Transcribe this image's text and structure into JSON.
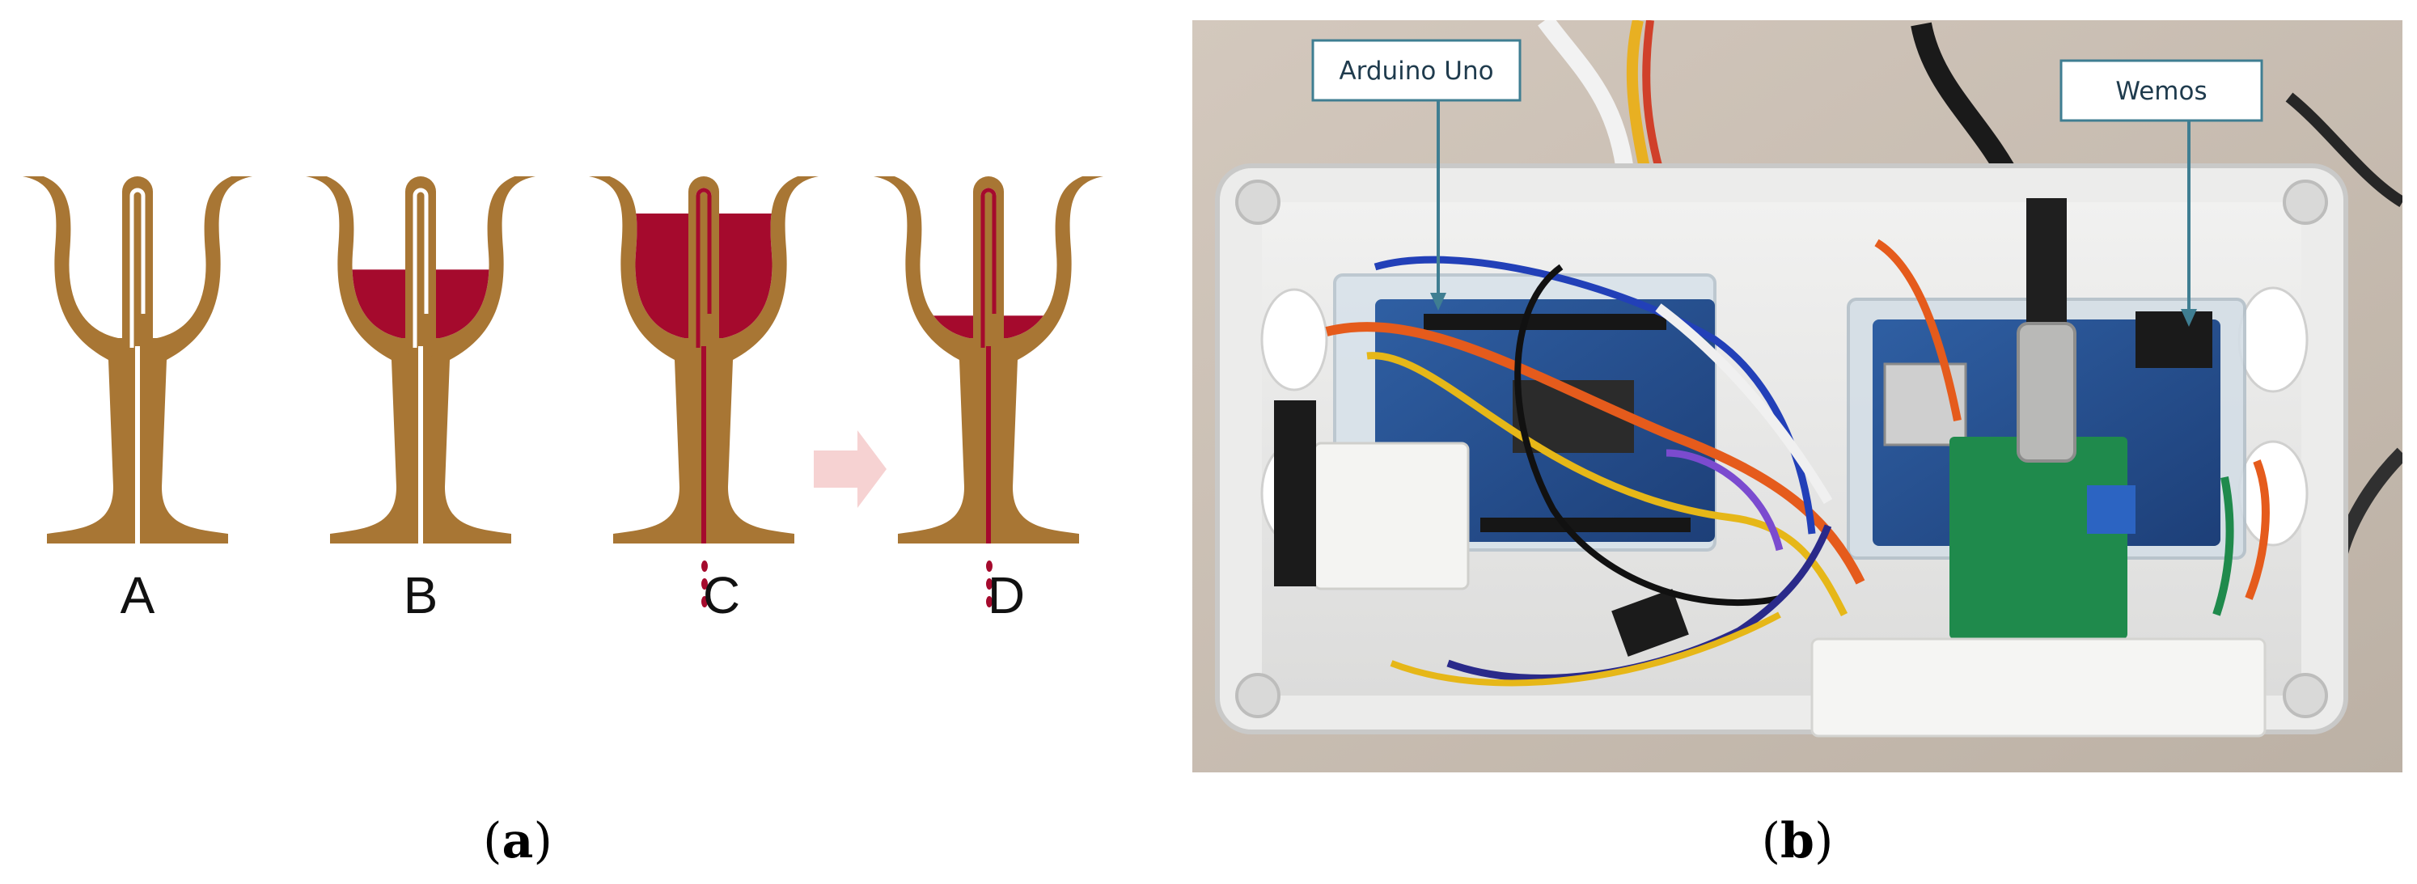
{
  "panel_a": {
    "cups": [
      {
        "label": "A",
        "fill_level": 0
      },
      {
        "label": "B",
        "fill_level": 0.55
      },
      {
        "label": "C",
        "fill_level": 1.0,
        "drips": true
      },
      {
        "label": "D",
        "fill_level": 0.18,
        "drips": true
      }
    ],
    "caption": {
      "open": "(",
      "letter": "a",
      "close": ")"
    }
  },
  "panel_b": {
    "callouts": [
      {
        "label": "Arduino Uno"
      },
      {
        "label": "Wemos"
      }
    ],
    "caption": {
      "open": "(",
      "letter": "b",
      "close": ")"
    }
  },
  "colors": {
    "cup": "#a87634",
    "liquid": "#a50a2d",
    "arrow": "#f6d2d2",
    "callout_border": "#3f7e92",
    "callout_text": "#1f3b4d"
  }
}
